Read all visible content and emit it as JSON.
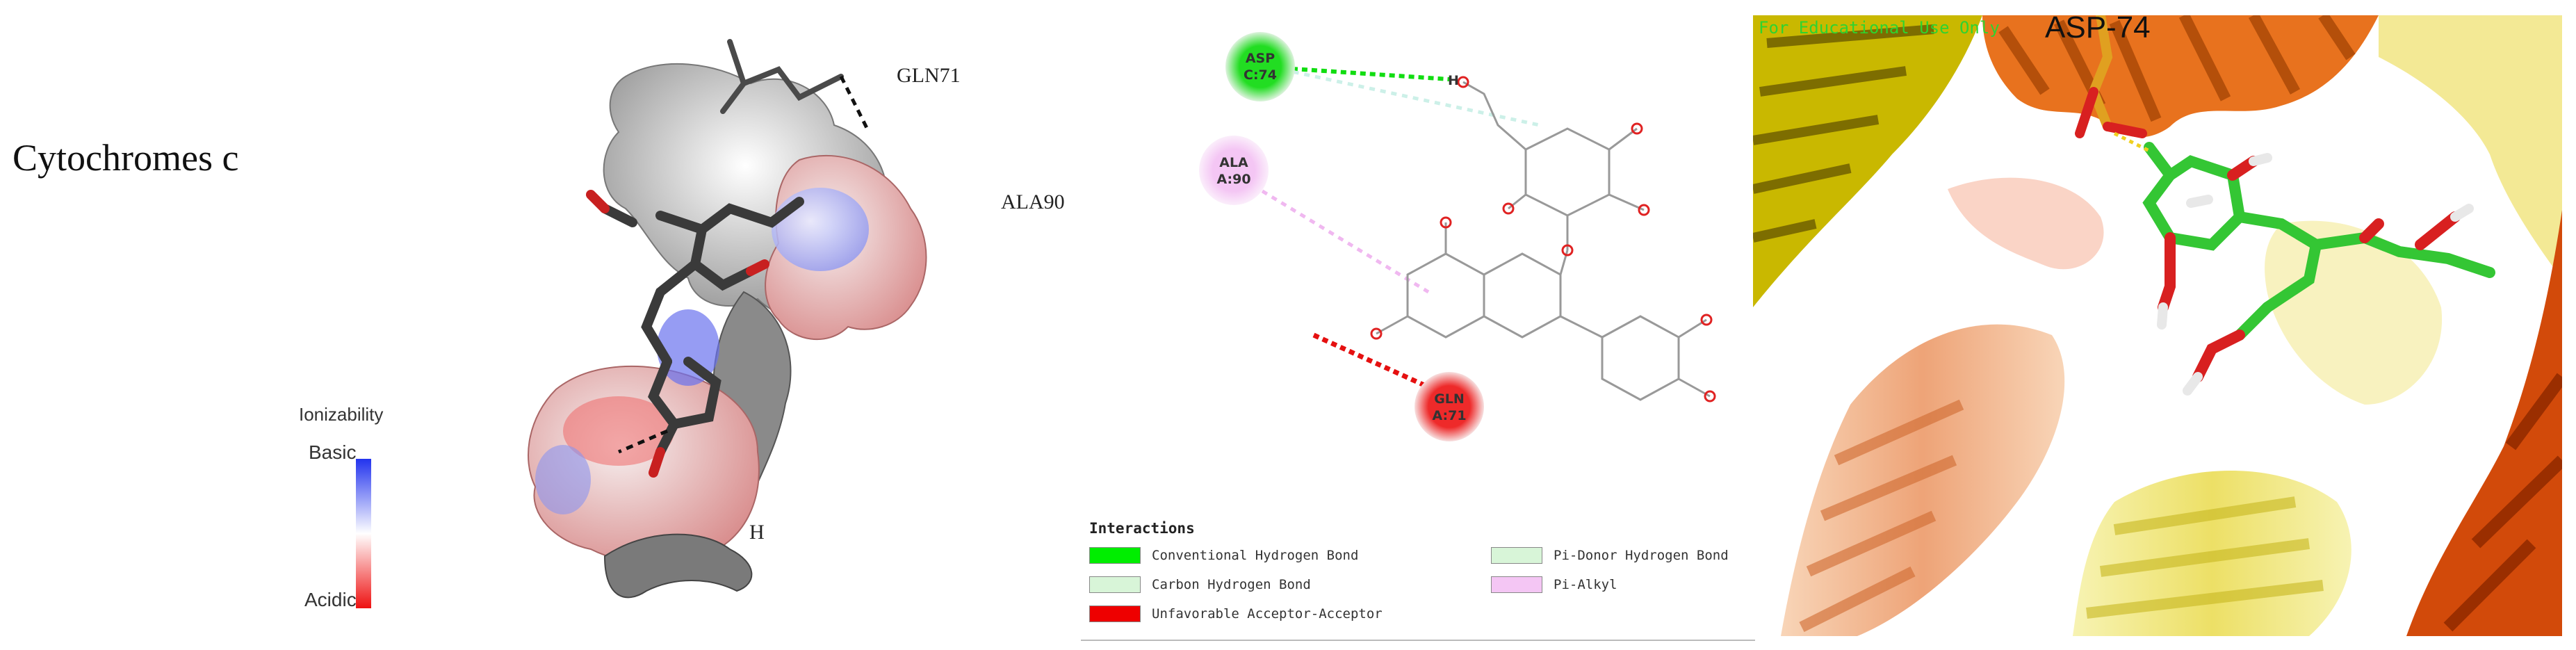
{
  "row_label": "Cytochromes c",
  "surface_panel": {
    "residues": {
      "gln": "GLN71",
      "ala": "ALA90",
      "cut": "H"
    },
    "legend": {
      "title": "Ionizability",
      "top": "Basic",
      "bottom": "Acidic",
      "colors": {
        "basic": "#2233ee",
        "neutral": "#ffffff",
        "acidic": "#ee1111"
      }
    }
  },
  "diagram_panel": {
    "nodes": {
      "asp": {
        "line1": "ASP",
        "line2": "C:74",
        "color": "#22dd22"
      },
      "ala": {
        "line1": "ALA",
        "line2": "A:90",
        "color": "#f4c6f4"
      },
      "gln": {
        "line1": "GLN",
        "line2": "A:71",
        "color": "#ee2a2a"
      }
    },
    "atom_h": "H",
    "legend": {
      "heading": "Interactions",
      "items": [
        {
          "label": "Conventional Hydrogen Bond",
          "color": "#00ee00"
        },
        {
          "label": "Pi-Donor Hydrogen Bond",
          "color": "#d8f5d8"
        },
        {
          "label": "Carbon Hydrogen Bond",
          "color": "#d8f5d8"
        },
        {
          "label": "Pi-Alkyl",
          "color": "#f4c6f4"
        },
        {
          "label": "Unfavorable Acceptor-Acceptor",
          "color": "#ee0000"
        }
      ]
    }
  },
  "cartoon_panel": {
    "watermark": "For Educational Use Only",
    "residue_label": "ASP-74"
  }
}
